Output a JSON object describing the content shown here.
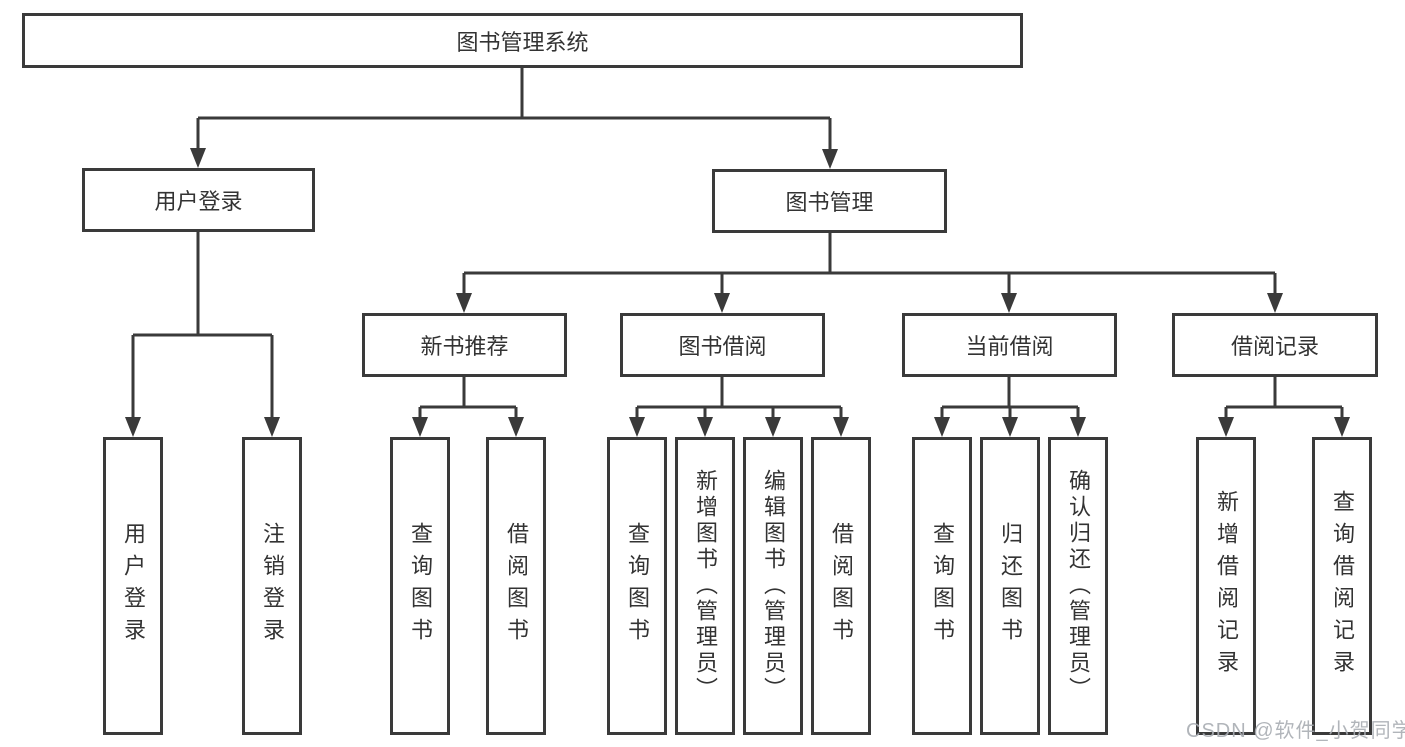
{
  "diagram": {
    "root": "图书管理系统",
    "level2": {
      "user_login": "用户登录",
      "book_management": "图书管理"
    },
    "level3": {
      "new_book_recommend": "新书推荐",
      "book_borrow": "图书借阅",
      "current_borrow": "当前借阅",
      "borrow_records": "借阅记录"
    },
    "leaves": {
      "user_login": [
        "用户登录",
        "注销登录"
      ],
      "new_book_recommend": [
        "查询图书",
        "借阅图书"
      ],
      "book_borrow": [
        "查询图书",
        "新增图书（管理员）",
        "编辑图书（管理员）",
        "借阅图书"
      ],
      "current_borrow": [
        "查询图书",
        "归还图书",
        "确认归还（管理员）"
      ],
      "borrow_records": [
        "新增借阅记录",
        "查询借阅记录"
      ]
    }
  },
  "watermark": "CSDN @软件_小贺同学",
  "colors": {
    "line": "#3a3a3a",
    "box_background": "#ffffff",
    "text": "#333333",
    "watermark": "#a9adb3"
  }
}
